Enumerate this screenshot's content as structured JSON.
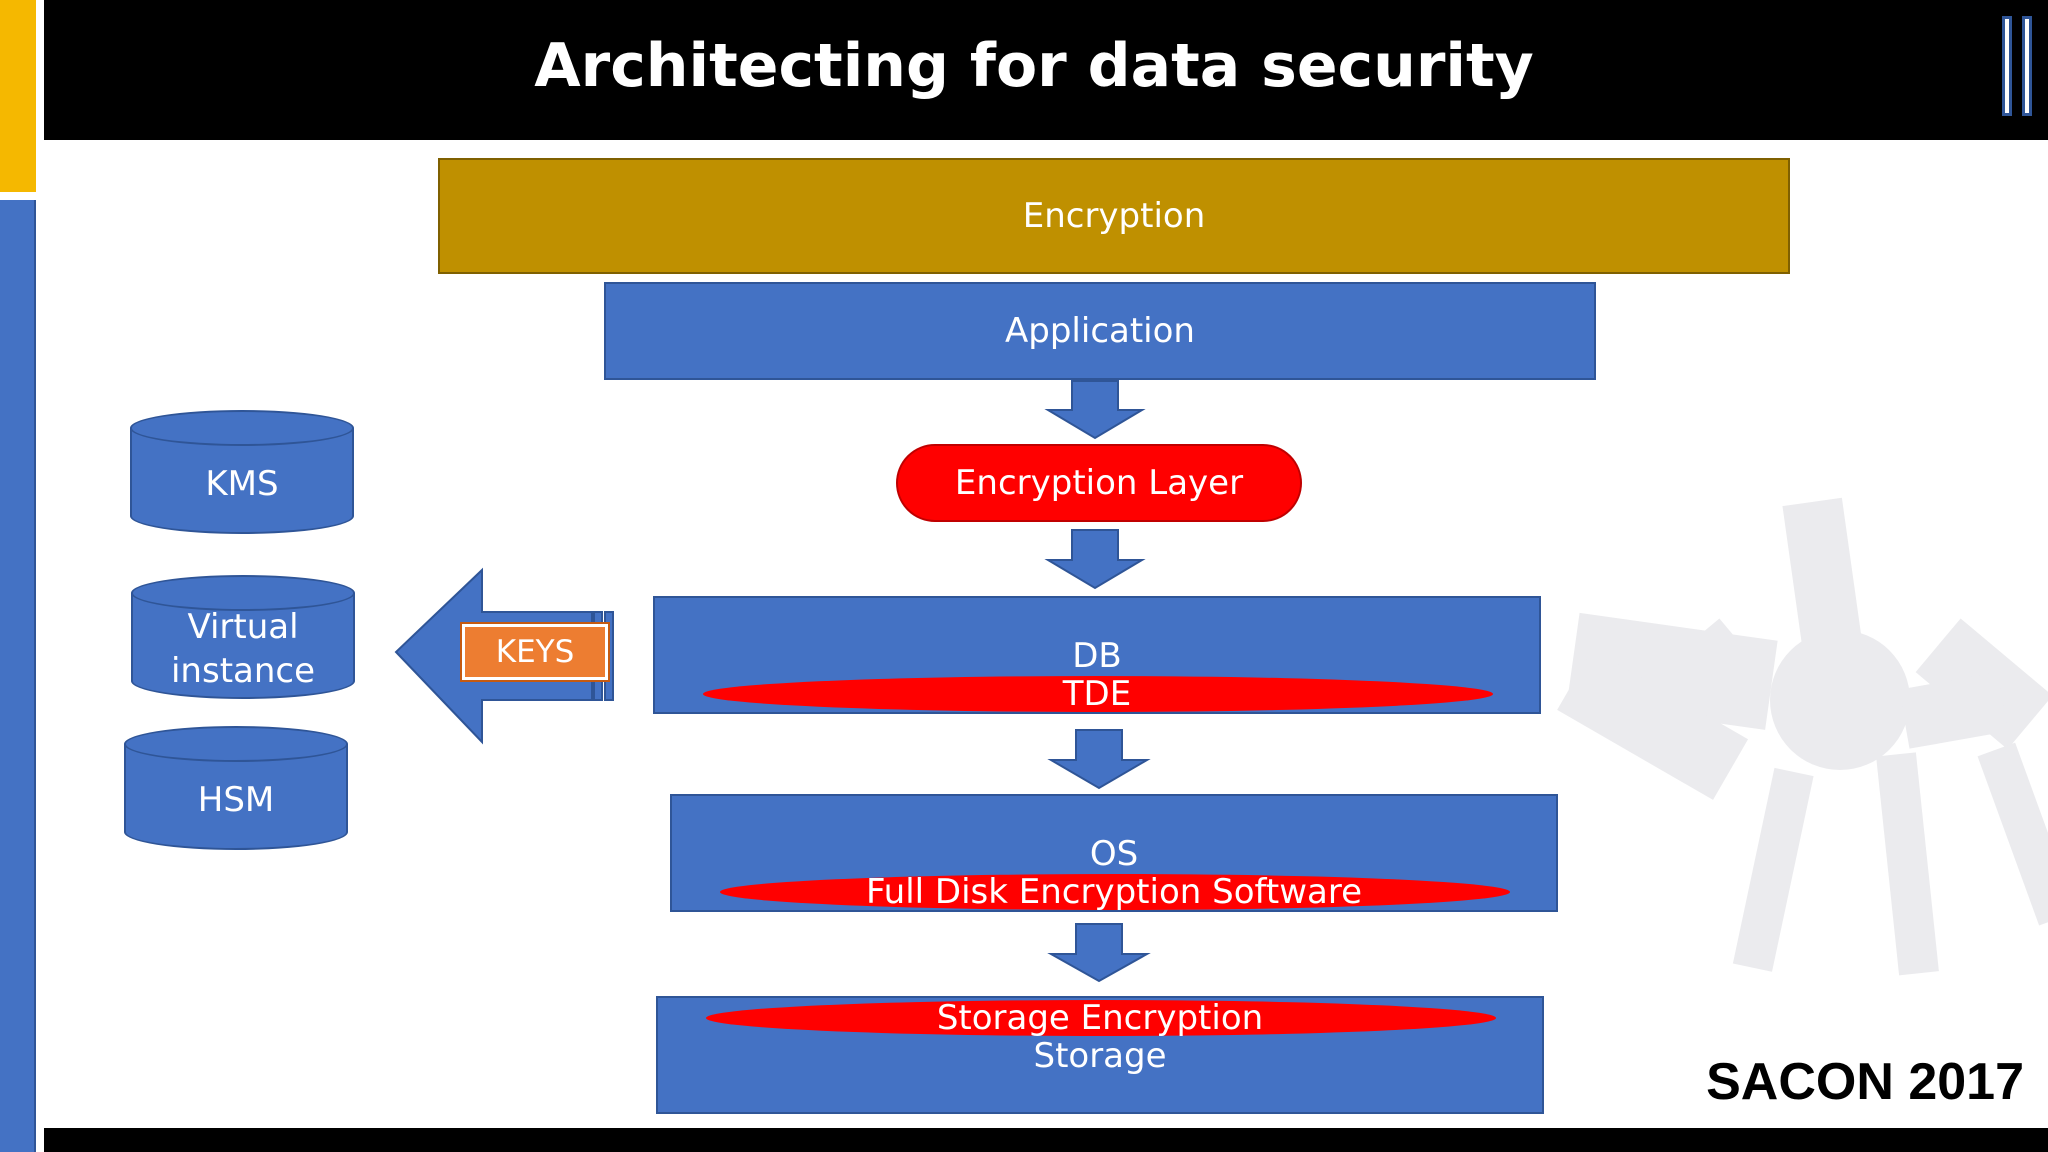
{
  "header": {
    "title": "Architecting for data security"
  },
  "diagram": {
    "encryption_banner": "Encryption",
    "application": "Application",
    "encryption_layer": "Encryption Layer",
    "db": {
      "label": "DB",
      "encryption": "TDE"
    },
    "os": {
      "label": "OS",
      "encryption": "Full Disk Encryption Software"
    },
    "storage": {
      "encryption": "Storage Encryption",
      "label": "Storage"
    },
    "key_sources": [
      "KMS",
      "Virtual instance",
      "HSM"
    ],
    "keys_label": "KEYS"
  },
  "footer": {
    "event": "SACON 2017"
  },
  "colors": {
    "box_blue": "#4472c4",
    "banner_gold": "#bf9000",
    "encryption_red": "#ff0000",
    "keys_orange": "#ed7d31",
    "accent_yellow": "#f5b800"
  }
}
